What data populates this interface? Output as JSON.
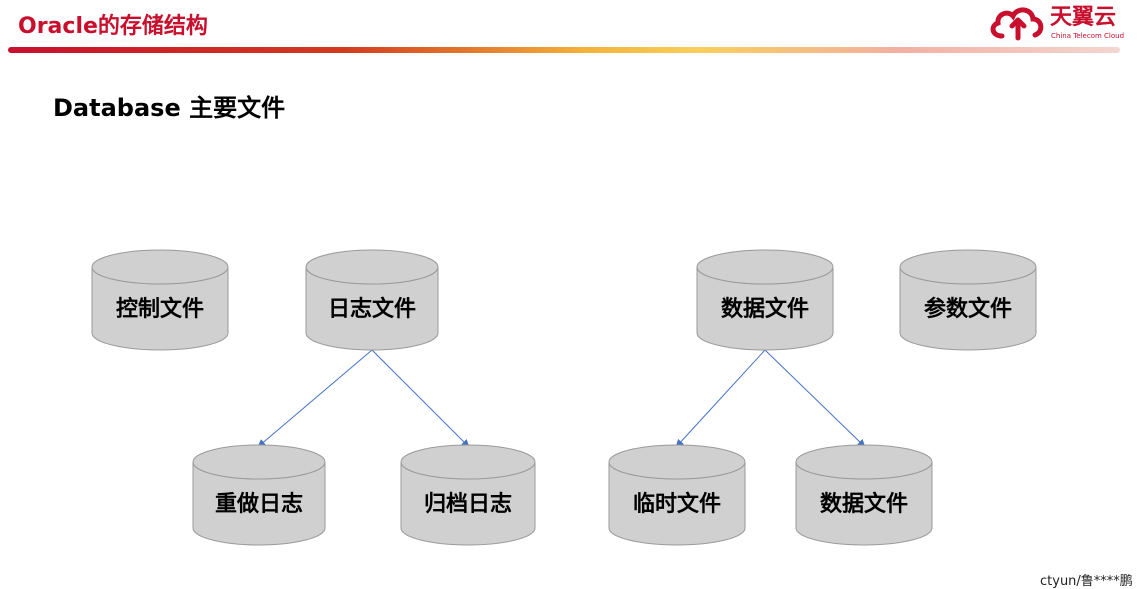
{
  "header": {
    "title": "Oracle的存储结构",
    "logo_text": "天翼云",
    "logo_subtext": "China Telecom Cloud",
    "accent_color": "#c8102e"
  },
  "subtitle": "Database 主要文件",
  "diagram": {
    "nodes": [
      {
        "id": "control",
        "label": "控制文件"
      },
      {
        "id": "log",
        "label": "日志文件"
      },
      {
        "id": "datafile",
        "label": "数据文件"
      },
      {
        "id": "param",
        "label": "参数文件"
      },
      {
        "id": "redo",
        "label": "重做日志"
      },
      {
        "id": "archive",
        "label": "归档日志"
      },
      {
        "id": "temp",
        "label": "临时文件"
      },
      {
        "id": "datafile2",
        "label": "数据文件"
      }
    ],
    "edges": [
      {
        "from": "log",
        "to": "redo"
      },
      {
        "from": "log",
        "to": "archive"
      },
      {
        "from": "datafile",
        "to": "temp"
      },
      {
        "from": "datafile",
        "to": "datafile2"
      }
    ],
    "cylinder_fill": "#d0d0d0",
    "arrow_color": "#4472c4"
  },
  "watermark": "ctyun/鲁****鹏"
}
